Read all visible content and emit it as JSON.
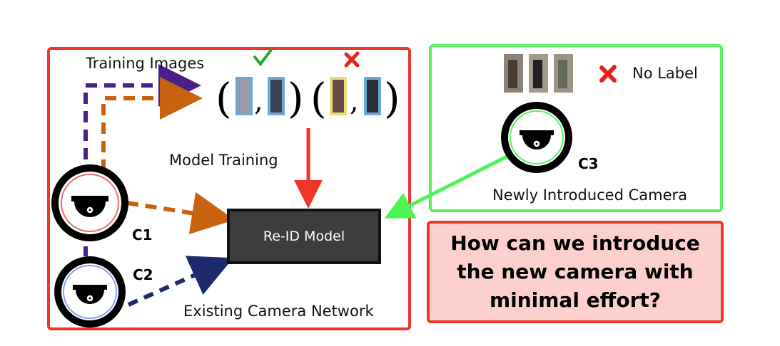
{
  "existing_network": {
    "training_images_label": "Training Images",
    "model_training_label": "Model Training",
    "network_label": "Existing Camera Network",
    "camera_1_label": "C1",
    "camera_2_label": "C2",
    "pair_separator": ",",
    "positive_pair_mark": "check-icon",
    "negative_pair_mark": "cross-icon"
  },
  "model": {
    "label": "Re-ID Model"
  },
  "new_camera": {
    "no_label_text": "No Label",
    "camera_3_label": "C3",
    "caption": "Newly Introduced Camera"
  },
  "question": {
    "text": "How can we introduce the new camera with minimal effort?"
  },
  "colors": {
    "existing_border": "#ef3528",
    "new_border": "#58f35e",
    "question_fill": "#fdd0d0",
    "c1_path": "#4b1f8a",
    "c1_to_model_path": "#c7620f",
    "c2_path": "#1d2a6b",
    "training_arrow": "#ef3528",
    "new_cam_arrow": "#4cf553"
  }
}
